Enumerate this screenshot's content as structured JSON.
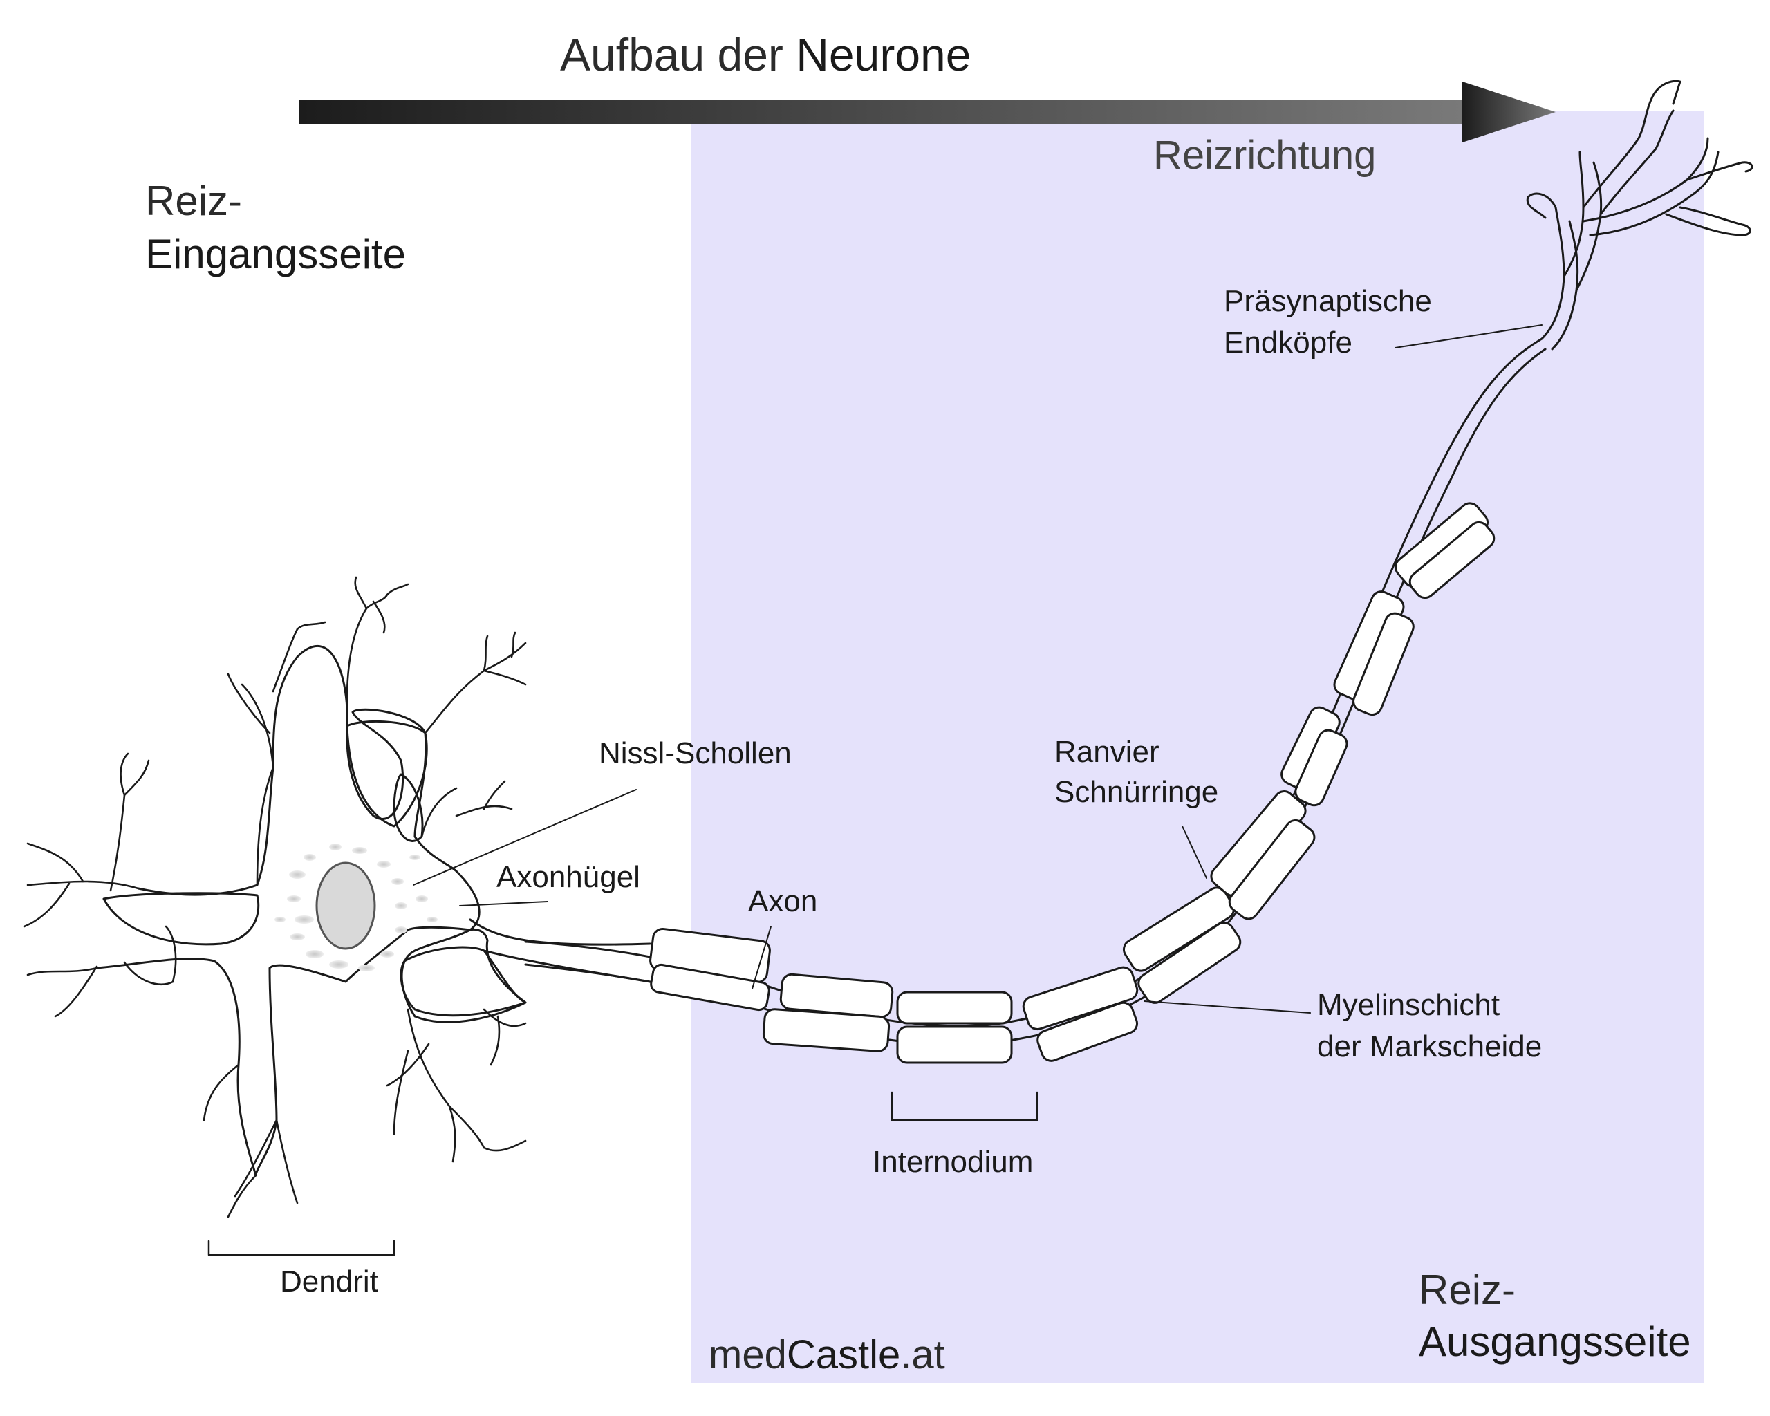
{
  "title": {
    "light": "Aufbau der",
    "strong": "Neurone"
  },
  "direction_label": "Reizrichtung",
  "input_side": {
    "line1": "Reiz-",
    "line2": "Eingangsseite"
  },
  "output_side": {
    "line1": "Reiz-",
    "line2": "Ausgangsseite"
  },
  "labels": {
    "presynaptic_1": "Präsynaptische",
    "presynaptic_2": "Endköpfe",
    "nissl": "Nissl-Schollen",
    "axon_hillock": "Axonhügel",
    "axon": "Axon",
    "ranvier_1": "Ranvier",
    "ranvier_2": "Schnürringe",
    "myelin_1": "Myelinschicht",
    "myelin_2": "der Markscheide",
    "internode": "Internodium",
    "dendrite": "Dendrit"
  },
  "brand": {
    "light": "med",
    "strong": "Castle",
    "tld": ".at"
  },
  "colors": {
    "highlight_panel": "#e5e2fb",
    "arrow_start": "#1c1c1c",
    "arrow_end": "#7a7a7a",
    "line": "#1a1a1a"
  }
}
